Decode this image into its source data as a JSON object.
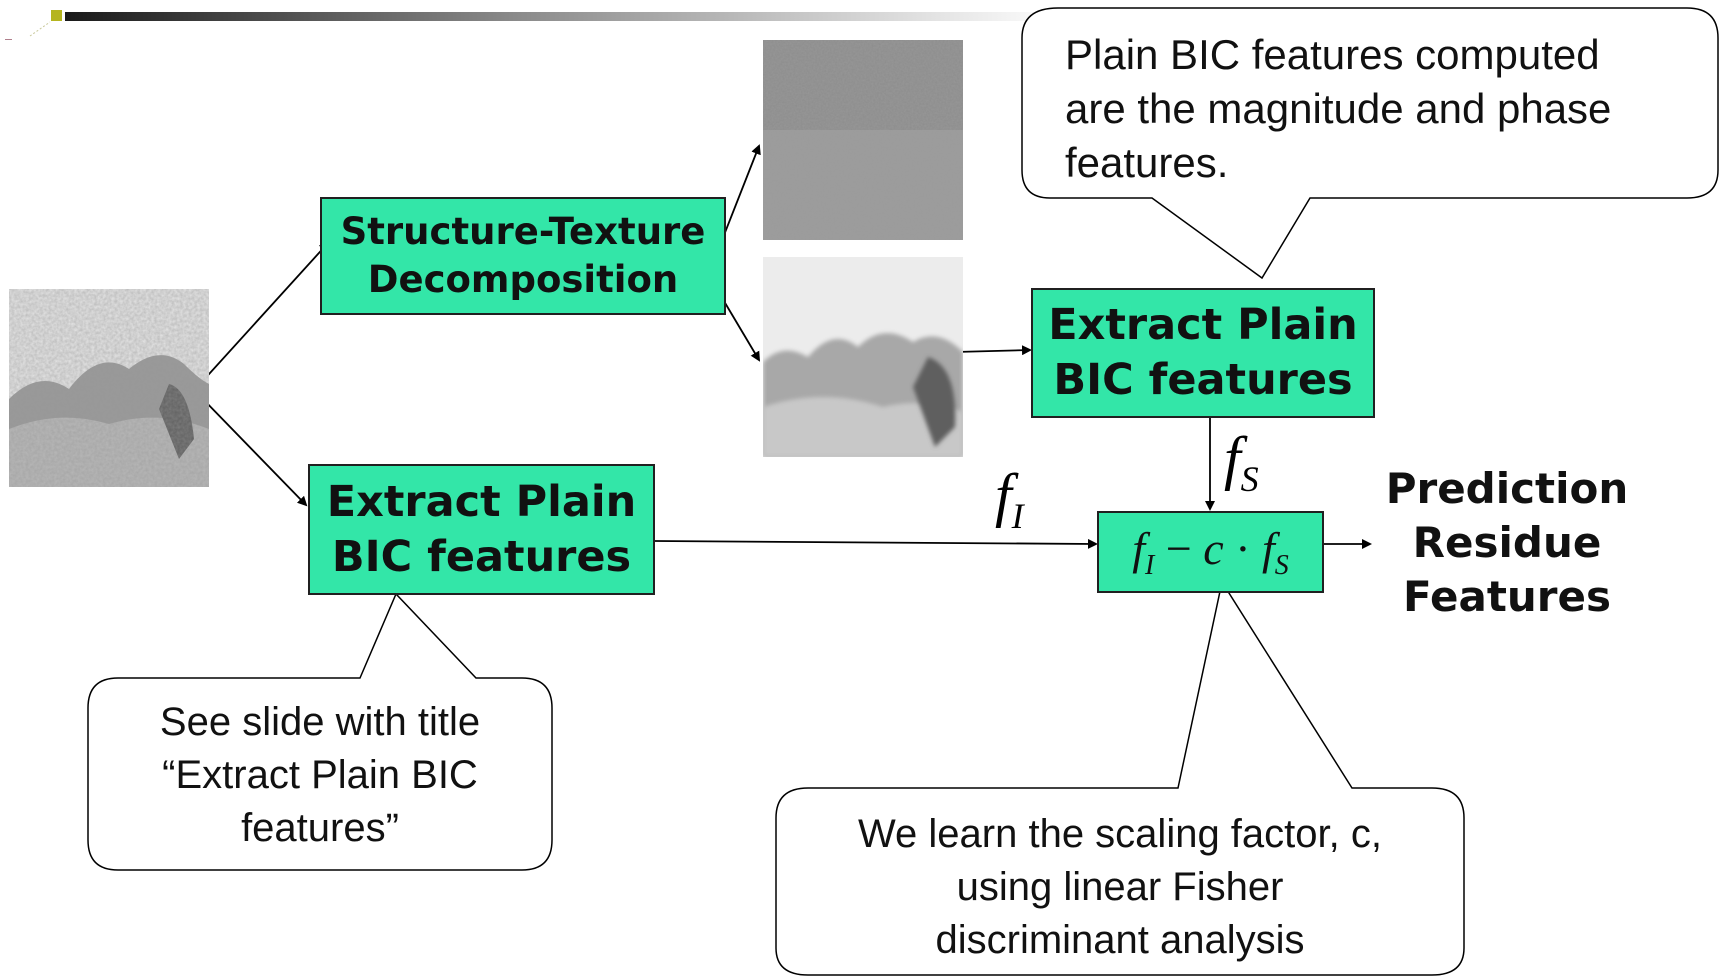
{
  "decomposition_box": {
    "label": "Structure-Texture\nDecomposition"
  },
  "extract_box_top": {
    "label": "Extract Plain\nBIC features"
  },
  "extract_box_bottom": {
    "label": "Extract Plain\nBIC features"
  },
  "formula_box": {
    "f": "f",
    "I": "I",
    "minus": "−",
    "c": "c",
    "dot": "·",
    "S": "S"
  },
  "label_fI": {
    "f": "f",
    "sub": "I"
  },
  "label_fS": {
    "f": "f",
    "sub": "S"
  },
  "output_label": "Prediction\nResidue\nFeatures",
  "callout_top": "Plain BIC features computed\nare the magnitude and phase\nfeatures.",
  "callout_left": "See slide with title\n“Extract Plain BIC\nfeatures”",
  "callout_bottom": "We learn the scaling factor, c,\nusing linear Fisher\ndiscriminant analysis",
  "colors": {
    "box_fill": "#33e6a8",
    "border": "#202020"
  },
  "images": {
    "input": "grayscale-forest-image",
    "texture": "texture-component-image",
    "structure": "structure-component-image"
  }
}
